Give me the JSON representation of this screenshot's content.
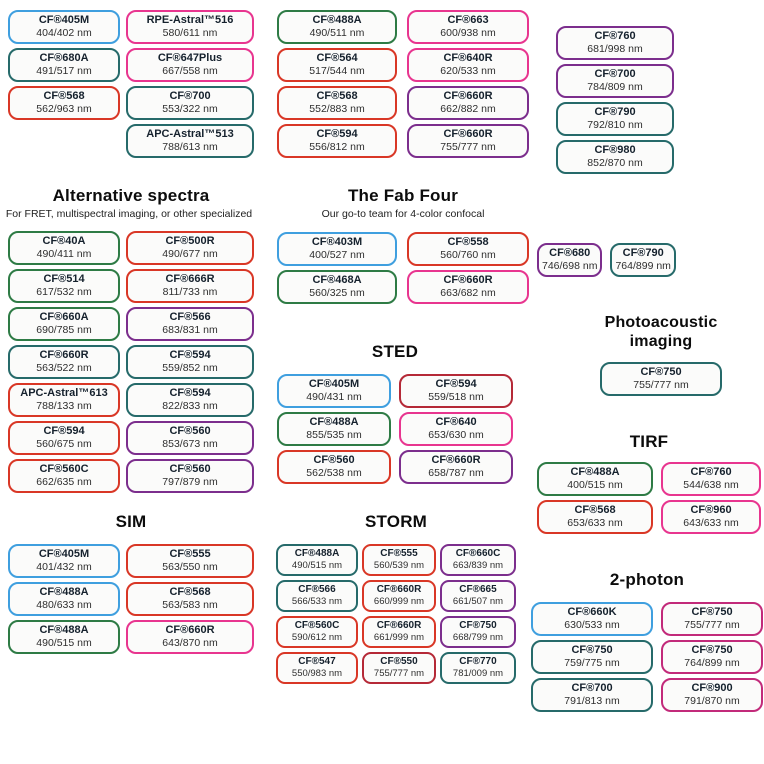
{
  "colors": {
    "blue": "#3f9fdf",
    "green": "#2e7b45",
    "teal": "#266a6a",
    "red": "#d93726",
    "crimson": "#b52937",
    "pink": "#e8358f",
    "purple": "#7c2e8d",
    "magenta": "#c22a7a"
  },
  "top_left": {
    "col1": [
      {
        "name": "CF®405M",
        "value": "404/402 nm",
        "color": "blue"
      },
      {
        "name": "CF®680A",
        "value": "491/517 nm",
        "color": "teal"
      },
      {
        "name": "CF®568",
        "value": "562/963 nm",
        "color": "red"
      }
    ],
    "col2": [
      {
        "name": "RPE-Astral™516",
        "value": "580/611 nm",
        "color": "pink"
      },
      {
        "name": "CF®647Plus",
        "value": "667/558 nm",
        "color": "pink"
      },
      {
        "name": "CF®700",
        "value": "553/322 nm",
        "color": "teal"
      },
      {
        "name": "APC-Astral™513",
        "value": "788/613 nm",
        "color": "teal"
      }
    ]
  },
  "top_mid": {
    "col1": [
      {
        "name": "CF®488A",
        "value": "490/511 nm",
        "color": "green"
      },
      {
        "name": "CF®564",
        "value": "517/544 nm",
        "color": "red"
      },
      {
        "name": "CF®568",
        "value": "552/883 nm",
        "color": "red"
      },
      {
        "name": "CF®594",
        "value": "556/812 nm",
        "color": "red"
      }
    ],
    "col2": [
      {
        "name": "CF®663",
        "value": "600/938 nm",
        "color": "pink"
      },
      {
        "name": "CF®640R",
        "value": "620/533 nm",
        "color": "pink"
      },
      {
        "name": "CF®660R",
        "value": "662/882 nm",
        "color": "purple"
      },
      {
        "name": "CF®660R",
        "value": "755/777 nm",
        "color": "purple"
      }
    ]
  },
  "top_right": [
    {
      "name": "CF®760",
      "value": "681/998 nm",
      "color": "purple"
    },
    {
      "name": "CF®700",
      "value": "784/809 nm",
      "color": "purple"
    },
    {
      "name": "CF®790",
      "value": "792/810 nm",
      "color": "teal"
    },
    {
      "name": "CF®980",
      "value": "852/870 nm",
      "color": "teal"
    }
  ],
  "alt_spectra": {
    "title": "Alternative spectra",
    "subtitle": "For FRET, multispectral imaging, or other specialized",
    "col1": [
      {
        "name": "CF®40A",
        "value": "490/411 nm",
        "color": "green"
      },
      {
        "name": "CF®514",
        "value": "617/532 nm",
        "color": "green"
      },
      {
        "name": "CF®660A",
        "value": "690/785 nm",
        "color": "green"
      },
      {
        "name": "CF®660R",
        "value": "563/522 nm",
        "color": "teal"
      },
      {
        "name": "APC-Astral™613",
        "value": "788/133 nm",
        "color": "red"
      },
      {
        "name": "CF®594",
        "value": "560/675 nm",
        "color": "red"
      },
      {
        "name": "CF®560C",
        "value": "662/635 nm",
        "color": "red"
      }
    ],
    "col2": [
      {
        "name": "CF®500R",
        "value": "490/677 nm",
        "color": "red"
      },
      {
        "name": "CF®666R",
        "value": "811/733 nm",
        "color": "red"
      },
      {
        "name": "CF®566",
        "value": "683/831 nm",
        "color": "purple"
      },
      {
        "name": "CF®594",
        "value": "559/852 nm",
        "color": "teal"
      },
      {
        "name": "CF®594",
        "value": "822/833 nm",
        "color": "teal"
      },
      {
        "name": "CF®560",
        "value": "853/673 nm",
        "color": "purple"
      },
      {
        "name": "CF®560",
        "value": "797/879 nm",
        "color": "purple"
      }
    ]
  },
  "fab_four": {
    "title": "The Fab Four",
    "subtitle": "Our go-to team for 4-color confocal",
    "col1": [
      {
        "name": "CF®403M",
        "value": "400/527 nm",
        "color": "blue"
      },
      {
        "name": "CF®468A",
        "value": "560/325 nm",
        "color": "green"
      }
    ],
    "col2": [
      {
        "name": "CF®558",
        "value": "560/760 nm",
        "color": "red"
      },
      {
        "name": "CF®660R",
        "value": "663/682 nm",
        "color": "pink"
      }
    ]
  },
  "nir_pair": [
    {
      "name": "CF®680",
      "value": "746/698 nm",
      "color": "purple"
    },
    {
      "name": "CF®790",
      "value": "764/899 nm",
      "color": "teal"
    }
  ],
  "photoacoustic": {
    "title": "Photoacoustic imaging",
    "pills": [
      {
        "name": "CF®750",
        "value": "755/777 nm",
        "color": "teal"
      }
    ]
  },
  "sted": {
    "title": "STED",
    "col1": [
      {
        "name": "CF®405M",
        "value": "490/431 nm",
        "color": "blue"
      },
      {
        "name": "CF®488A",
        "value": "855/535 nm",
        "color": "green"
      },
      {
        "name": "CF®560",
        "value": "562/538 nm",
        "color": "red"
      }
    ],
    "col2": [
      {
        "name": "CF®594",
        "value": "559/518 nm",
        "color": "crimson"
      },
      {
        "name": "CF®640",
        "value": "653/630 nm",
        "color": "pink"
      },
      {
        "name": "CF®660R",
        "value": "658/787 nm",
        "color": "purple"
      }
    ]
  },
  "tirf": {
    "title": "TIRF",
    "col1": [
      {
        "name": "CF®488A",
        "value": "400/515 nm",
        "color": "green"
      },
      {
        "name": "CF®568",
        "value": "653/633 nm",
        "color": "red"
      }
    ],
    "col2": [
      {
        "name": "CF®760",
        "value": "544/638 nm",
        "color": "pink"
      },
      {
        "name": "CF®960",
        "value": "643/633 nm",
        "color": "pink"
      }
    ]
  },
  "sim": {
    "title": "SIM",
    "col1": [
      {
        "name": "CF®405M",
        "value": "401/432 nm",
        "color": "blue"
      },
      {
        "name": "CF®488A",
        "value": "480/633 nm",
        "color": "blue"
      },
      {
        "name": "CF®488A",
        "value": "490/515 nm",
        "color": "green"
      }
    ],
    "col2": [
      {
        "name": "CF®555",
        "value": "563/550 nm",
        "color": "red"
      },
      {
        "name": "CF®568",
        "value": "563/583 nm",
        "color": "red"
      },
      {
        "name": "CF®660R",
        "value": "643/870 nm",
        "color": "pink"
      }
    ]
  },
  "storm": {
    "title": "STORM",
    "col1": [
      {
        "name": "CF®488A",
        "value": "490/515 nm",
        "color": "teal"
      },
      {
        "name": "CF®566",
        "value": "566/533 nm",
        "color": "teal"
      },
      {
        "name": "CF®560C",
        "value": "590/612 nm",
        "color": "red"
      },
      {
        "name": "CF®547",
        "value": "550/983 nm",
        "color": "red"
      }
    ],
    "col2": [
      {
        "name": "CF®555",
        "value": "560/539 nm",
        "color": "red"
      },
      {
        "name": "CF®660R",
        "value": "660/999 nm",
        "color": "red"
      },
      {
        "name": "CF®660R",
        "value": "661/999 nm",
        "color": "red"
      },
      {
        "name": "CF®550",
        "value": "755/777 nm",
        "color": "crimson"
      }
    ],
    "col3": [
      {
        "name": "CF®660C",
        "value": "663/839 nm",
        "color": "purple"
      },
      {
        "name": "CF®665",
        "value": "661/507 nm",
        "color": "purple"
      },
      {
        "name": "CF®750",
        "value": "668/799 nm",
        "color": "purple"
      },
      {
        "name": "CF®770",
        "value": "781/009 nm",
        "color": "teal"
      }
    ]
  },
  "two_photon": {
    "title": "2-photon",
    "col1": [
      {
        "name": "CF®660K",
        "value": "630/533 nm",
        "color": "blue"
      },
      {
        "name": "CF®750",
        "value": "759/775 nm",
        "color": "teal"
      },
      {
        "name": "CF®700",
        "value": "791/813 nm",
        "color": "teal"
      }
    ],
    "col2": [
      {
        "name": "CF®750",
        "value": "755/777 nm",
        "color": "magenta"
      },
      {
        "name": "CF®750",
        "value": "764/899 nm",
        "color": "magenta"
      },
      {
        "name": "CF®900",
        "value": "791/870 nm",
        "color": "magenta"
      }
    ]
  }
}
